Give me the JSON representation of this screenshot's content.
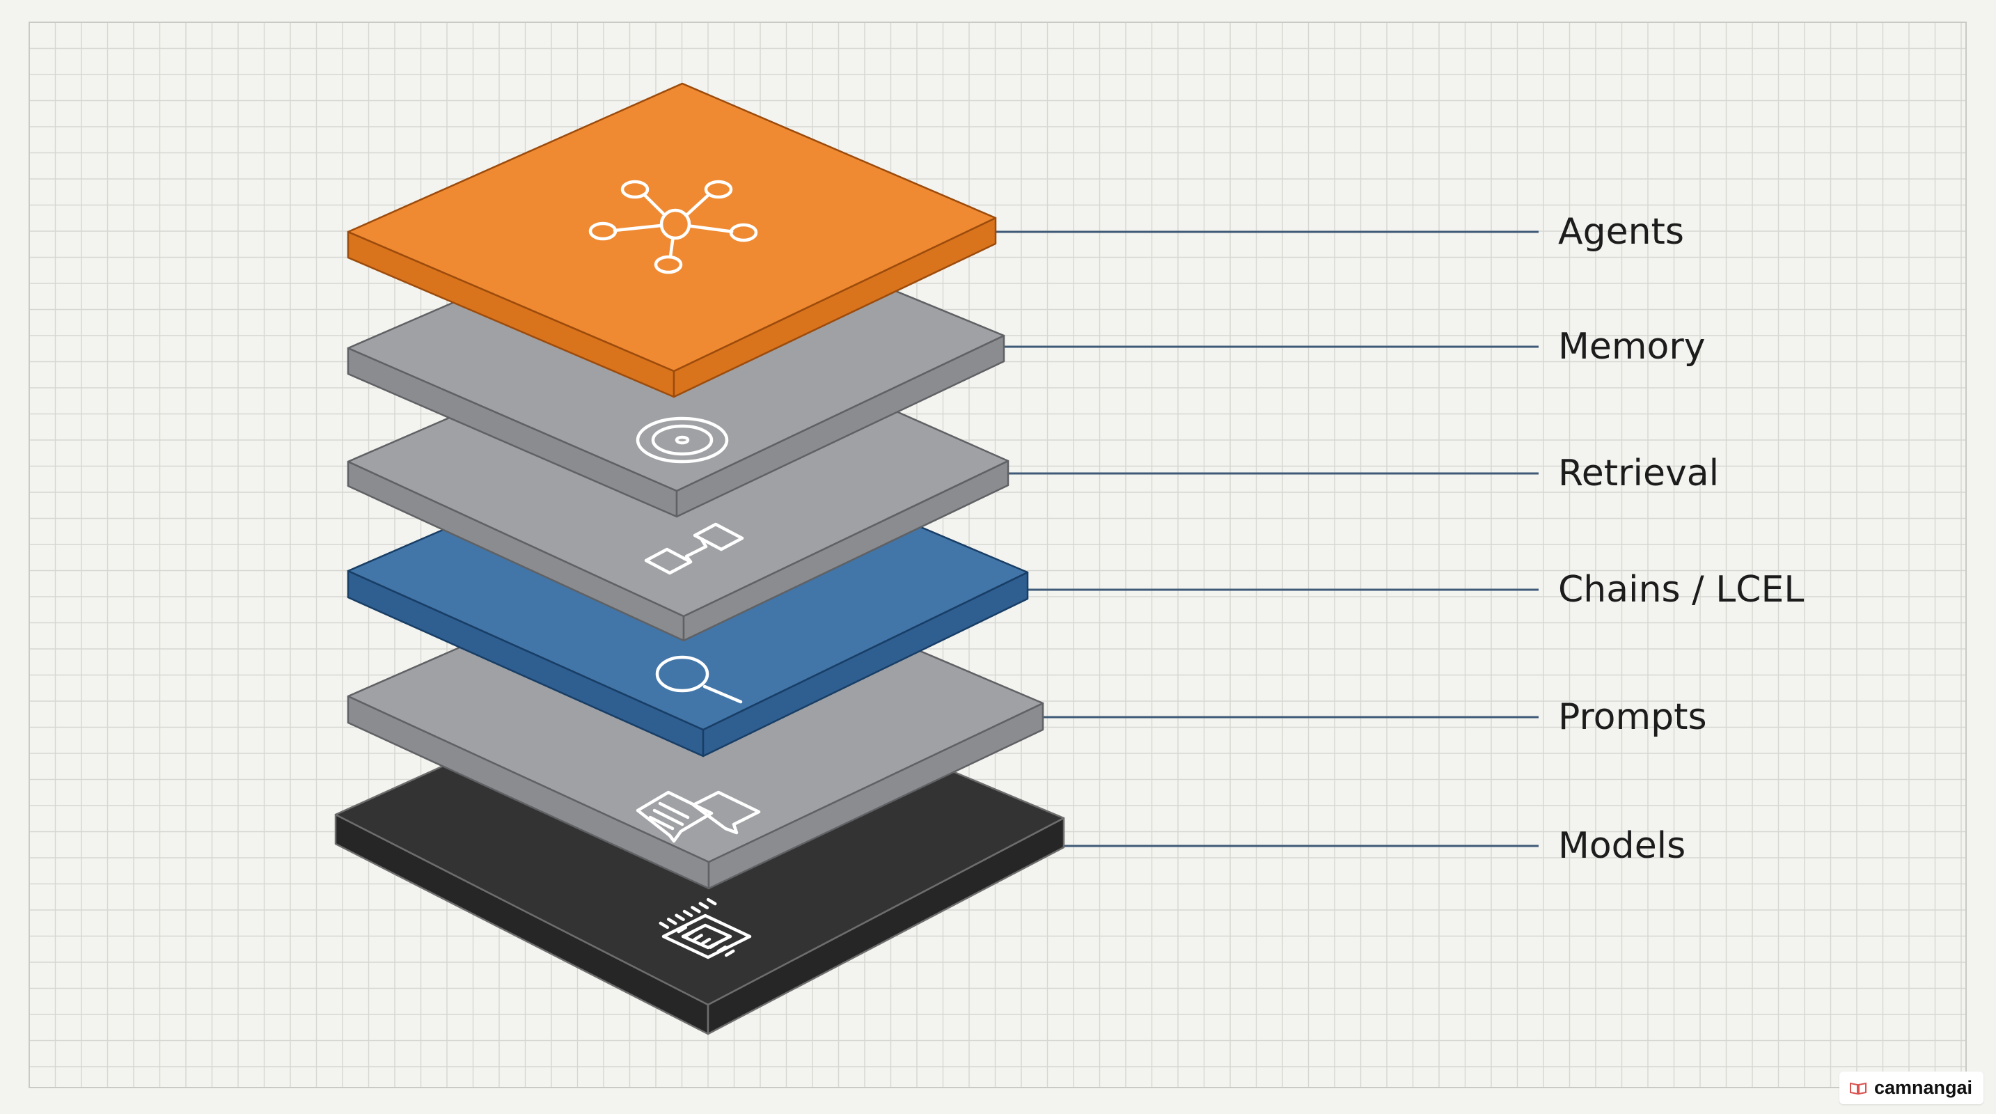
{
  "diagram": {
    "layers": [
      {
        "label": "Agents",
        "icon": "network-nodes-icon",
        "color": "#ef8a32",
        "side_color": "#d9741d",
        "edge_color": "#9c4b0c"
      },
      {
        "label": "Memory",
        "icon": "disc-icon",
        "color": "#9fa1a4",
        "side_color": "#8a8c8f",
        "edge_color": "#5f6164"
      },
      {
        "label": "Retrieval",
        "icon": "linked-blocks-icon",
        "color": "#9fa1a4",
        "side_color": "#8a8c8f",
        "edge_color": "#5f6164"
      },
      {
        "label": "Chains / LCEL",
        "icon": "magnifier-icon",
        "color": "#4275a8",
        "side_color": "#2f5e91",
        "edge_color": "#183e66"
      },
      {
        "label": "Prompts",
        "icon": "chat-bubbles-icon",
        "color": "#9fa1a4",
        "side_color": "#8a8c8f",
        "edge_color": "#5f6164"
      },
      {
        "label": "Models",
        "icon": "cpu-chip-icon",
        "color": "#333333",
        "side_color": "#262626",
        "edge_color": "#6d6d6d"
      }
    ],
    "connector_color": "#3f5a77",
    "grid_color": "#d6d6d2"
  },
  "watermark": {
    "text": "camnangai"
  }
}
